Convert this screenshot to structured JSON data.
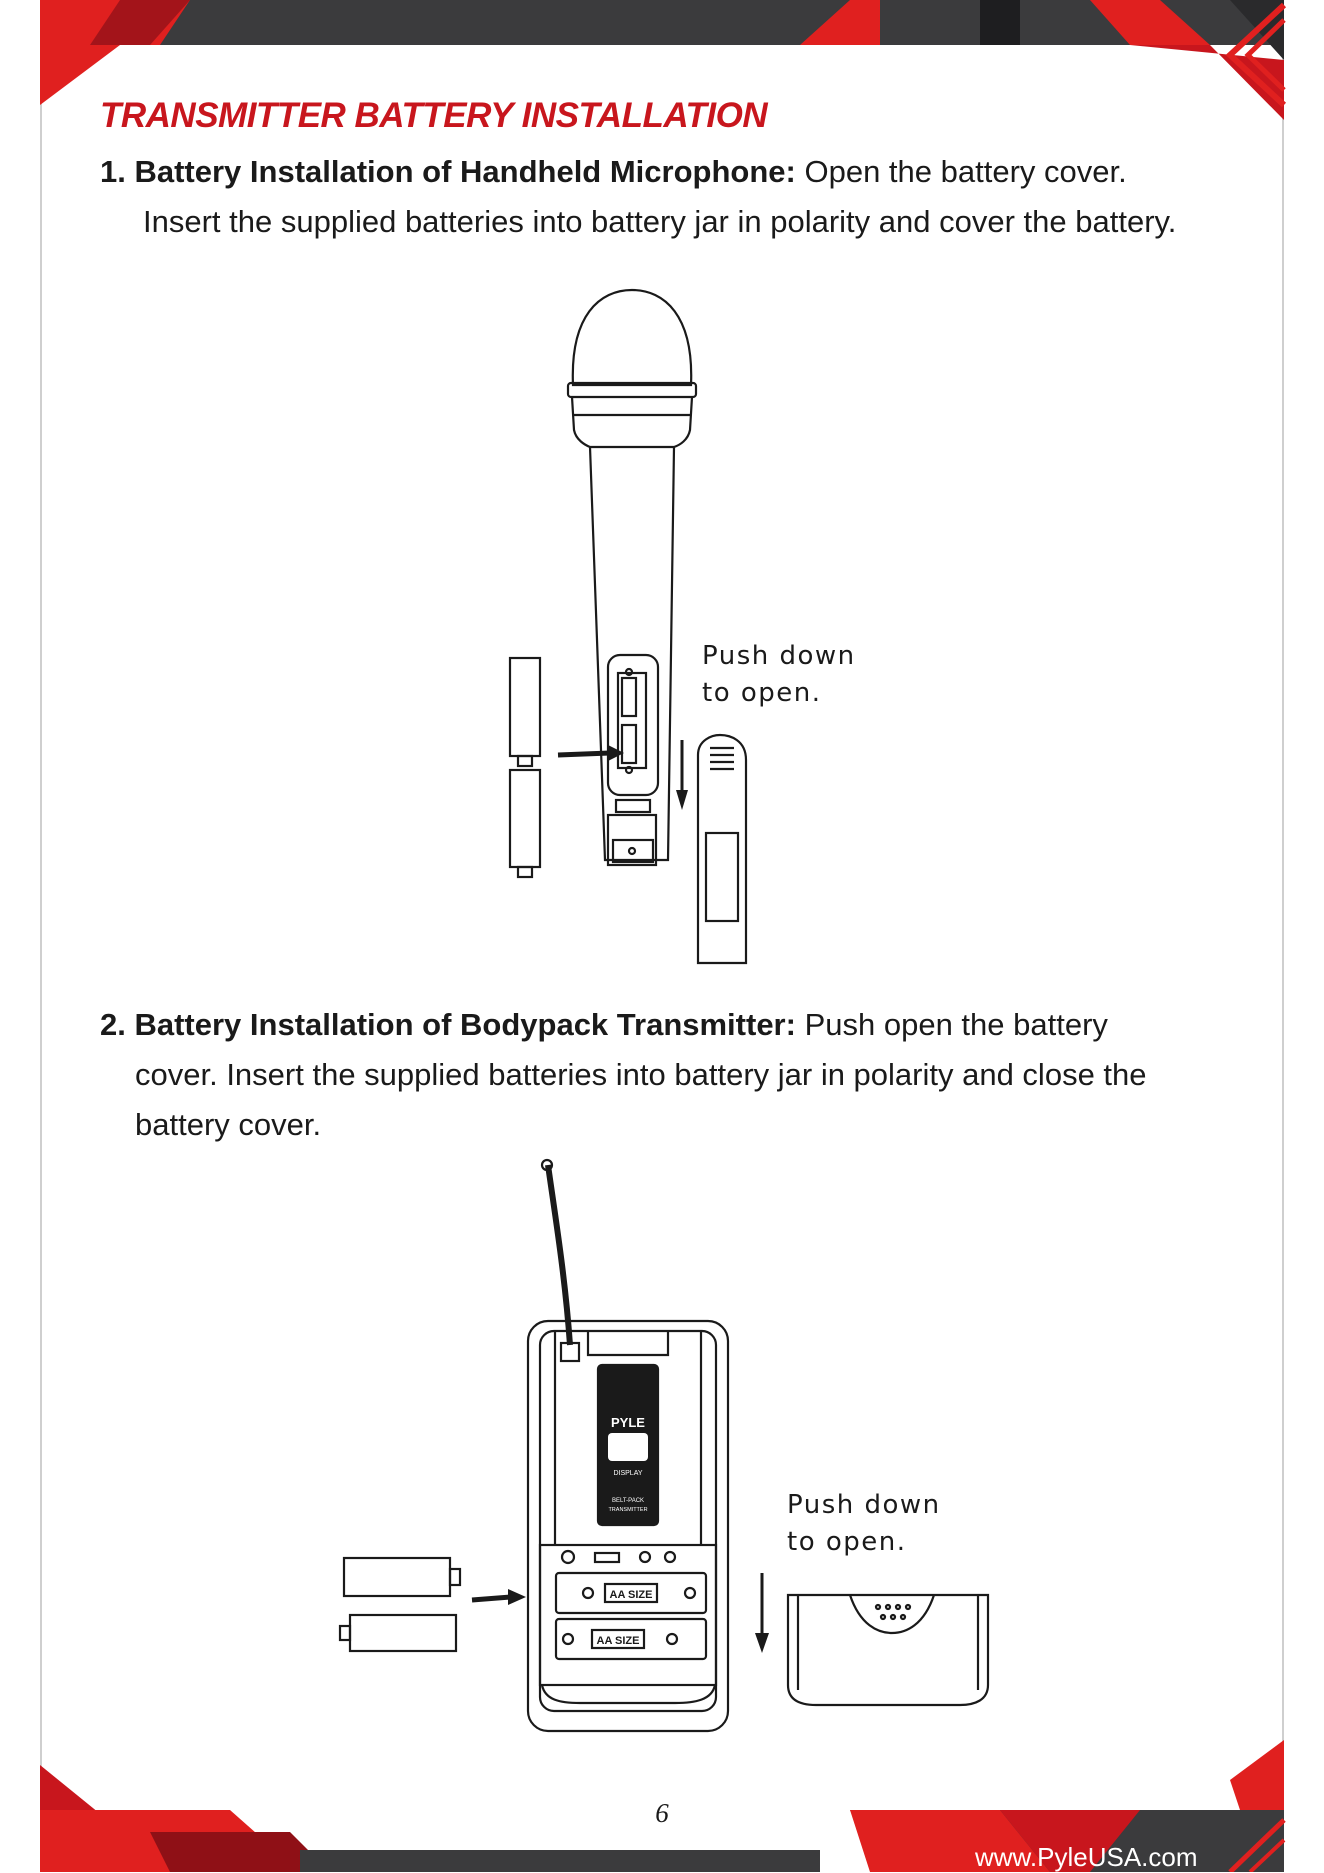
{
  "section_title": "TRANSMITTER BATTERY INSTALLATION",
  "step1": {
    "heading": "1. Battery Installation of Handheld Microphone:",
    "text_line1": "Open the battery cover.",
    "text_line2": "Insert the supplied batteries into battery jar in polarity and cover the battery."
  },
  "figure1": {
    "callout_line1": "Push down",
    "callout_line2": "to open."
  },
  "step2": {
    "heading": "2. Battery Installation of Bodypack Transmitter:",
    "text_line1": "Push open the battery",
    "text_line2": "cover. Insert the supplied batteries into battery jar in polarity and close the",
    "text_line3": "battery cover."
  },
  "figure2": {
    "brand": "PYLE",
    "display_label": "DISPLAY",
    "device_label_line1": "BELT-PACK",
    "device_label_line2": "TRANSMITTER",
    "battery_size_label": "AA SIZE",
    "callout_line1": "Push down",
    "callout_line2": "to open."
  },
  "footer": {
    "page_number": "6",
    "website": "www.PyleUSA.com"
  },
  "colors": {
    "accent_red": "#e0201f",
    "dark_red": "#a3141a",
    "bar_dark": "#3a3a3c",
    "title_red": "#c8161d"
  }
}
